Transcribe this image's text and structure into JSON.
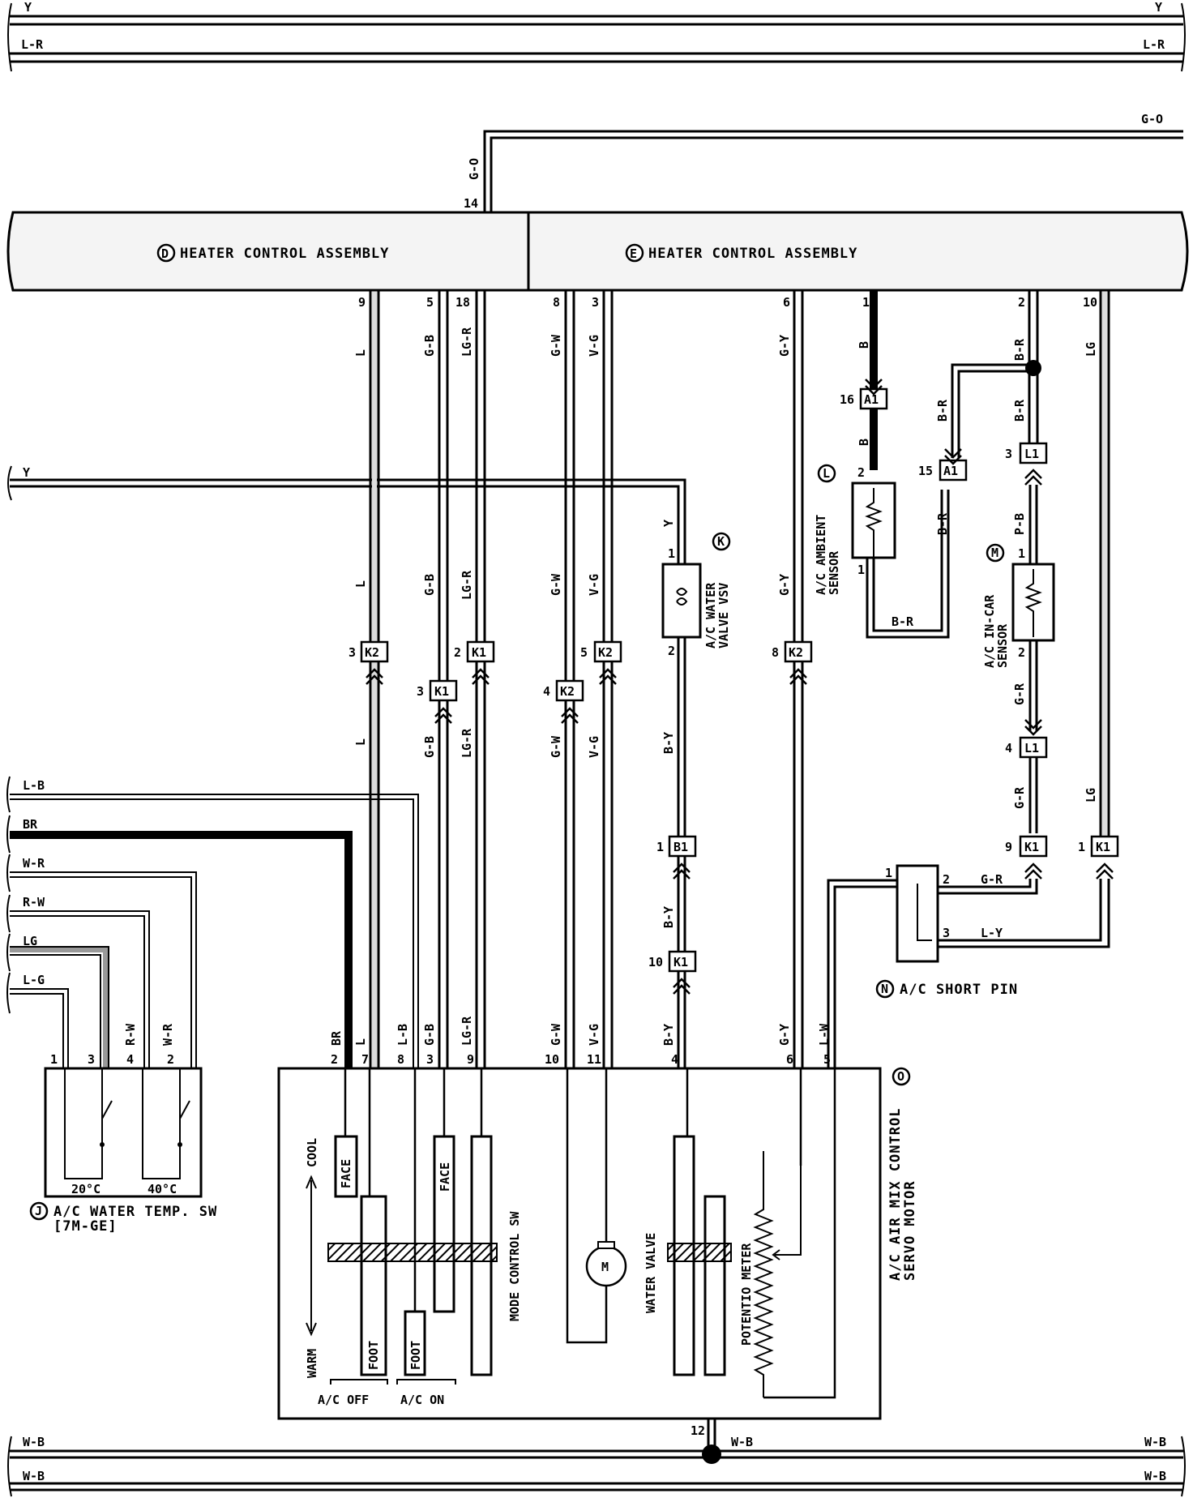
{
  "diagram": {
    "harness_top": {
      "y_left": "Y",
      "y_right": "Y",
      "lr_left": "L-R",
      "lr_right": "L-R"
    },
    "g_o_wire": {
      "top_label": "G-O",
      "vertical_label": "G-O",
      "pin": "14"
    },
    "assembly_d": {
      "marker": "D",
      "title": "HEATER CONTROL ASSEMBLY"
    },
    "assembly_e": {
      "marker": "E",
      "title": "HEATER CONTROL ASSEMBLY"
    },
    "d_pins": [
      "9",
      "5",
      "18"
    ],
    "d_wires": [
      "L",
      "G-B",
      "LG-R"
    ],
    "e_pins": [
      "8",
      "3",
      "6",
      "1",
      "2",
      "10"
    ],
    "e_wires": [
      "G-W",
      "V-G",
      "G-Y",
      "B",
      "B-R",
      "LG"
    ],
    "y_line_label": "Y",
    "connectors": {
      "k2_l": {
        "id": "K2",
        "pin": "3"
      },
      "k1_gb": {
        "id": "K1",
        "pin": "3"
      },
      "k1_lgr": {
        "id": "K1",
        "pin": "2"
      },
      "k2_gw": {
        "id": "K2",
        "pin": "4"
      },
      "k2_vg": {
        "id": "K2",
        "pin": "5"
      },
      "k2_gy": {
        "id": "K2",
        "pin": "8"
      },
      "a1_b": {
        "id": "A1",
        "pin": "16"
      },
      "a1_br": {
        "id": "A1",
        "pin": "15"
      },
      "l1_top": {
        "id": "L1",
        "pin": "3"
      },
      "l1_bot": {
        "id": "L1",
        "pin": "4"
      },
      "b1": {
        "id": "B1",
        "pin": "1"
      },
      "k1_by": {
        "id": "K1",
        "pin": "10"
      },
      "k1_gr": {
        "id": "K1",
        "pin": "9"
      },
      "k1_lg": {
        "id": "K1",
        "pin": "1"
      }
    },
    "mid_labels": {
      "l": "L",
      "gb": "G-B",
      "lgr": "LG-R",
      "gw": "G-W",
      "vg": "V-G",
      "gy": "G-Y",
      "b": "B",
      "br1": "B-R",
      "br2": "B-R",
      "br3": "B-R",
      "br4": "B-R",
      "pb": "P-B",
      "gr": "G-R",
      "gr2": "G-R",
      "y": "Y",
      "by": "B-Y",
      "by2": "B-Y",
      "lg": "LG"
    },
    "low_labels": {
      "l": "L",
      "gb": "G-B",
      "lgr": "LG-R",
      "gw": "G-W",
      "vg": "V-G"
    },
    "vsv": {
      "marker": "K",
      "line1": "A/C WATER",
      "line2": "VALVE VSV",
      "pin_top": "1",
      "pin_bot": "2"
    },
    "ambient": {
      "marker": "L",
      "line1": "A/C AMBIENT",
      "line2": "SENSOR",
      "pin_top": "2",
      "pin_bot": "1"
    },
    "incar": {
      "marker": "M",
      "line1": "A/C IN-CAR",
      "line2": "SENSOR",
      "pin_top": "1",
      "pin_bot": "2"
    },
    "short_pin": {
      "marker": "N",
      "title": "A/C SHORT PIN",
      "pin1": "1",
      "pin2": "2",
      "pin3": "3",
      "wire_gr": "G-R",
      "wire_ly": "L-Y"
    },
    "left_wires": [
      "L-B",
      "BR",
      "W-R",
      "R-W",
      "LG",
      "L-G"
    ],
    "water_temp_sw": {
      "marker": "J",
      "title": "A/C WATER TEMP. SW",
      "note": "[7M-GE]",
      "pins": [
        "1",
        "3",
        "4",
        "2"
      ],
      "wires": [
        "R-W",
        "W-R"
      ],
      "temp1": "20°C",
      "temp2": "40°C"
    },
    "servo": {
      "marker": "O",
      "title1": "A/C AIR MIX CONTROL",
      "title2": "SERVO MOTOR",
      "pins": [
        "2",
        "7",
        "8",
        "3",
        "9",
        "10",
        "11",
        "4",
        "6",
        "5"
      ],
      "wires": [
        "BR",
        "L",
        "L-B",
        "G-B",
        "LG-R",
        "G-W",
        "V-G",
        "B-Y",
        "G-Y",
        "L-W"
      ],
      "cool": "COOL",
      "warm": "WARM",
      "face1": "FACE",
      "face2": "FACE",
      "foot1": "FOOT",
      "foot2": "FOOT",
      "ac_off": "A/C OFF",
      "ac_on": "A/C ON",
      "mode_sw": "MODE CONTROL SW",
      "motor": "M",
      "water_valve": "WATER VALVE",
      "potentio": "POTENTIO METER"
    },
    "ground": {
      "pin": "12",
      "label": "W-B",
      "wb_left1": "W-B",
      "wb_right1": "W-B",
      "wb_left2": "W-B",
      "wb_right2": "W-B"
    }
  }
}
